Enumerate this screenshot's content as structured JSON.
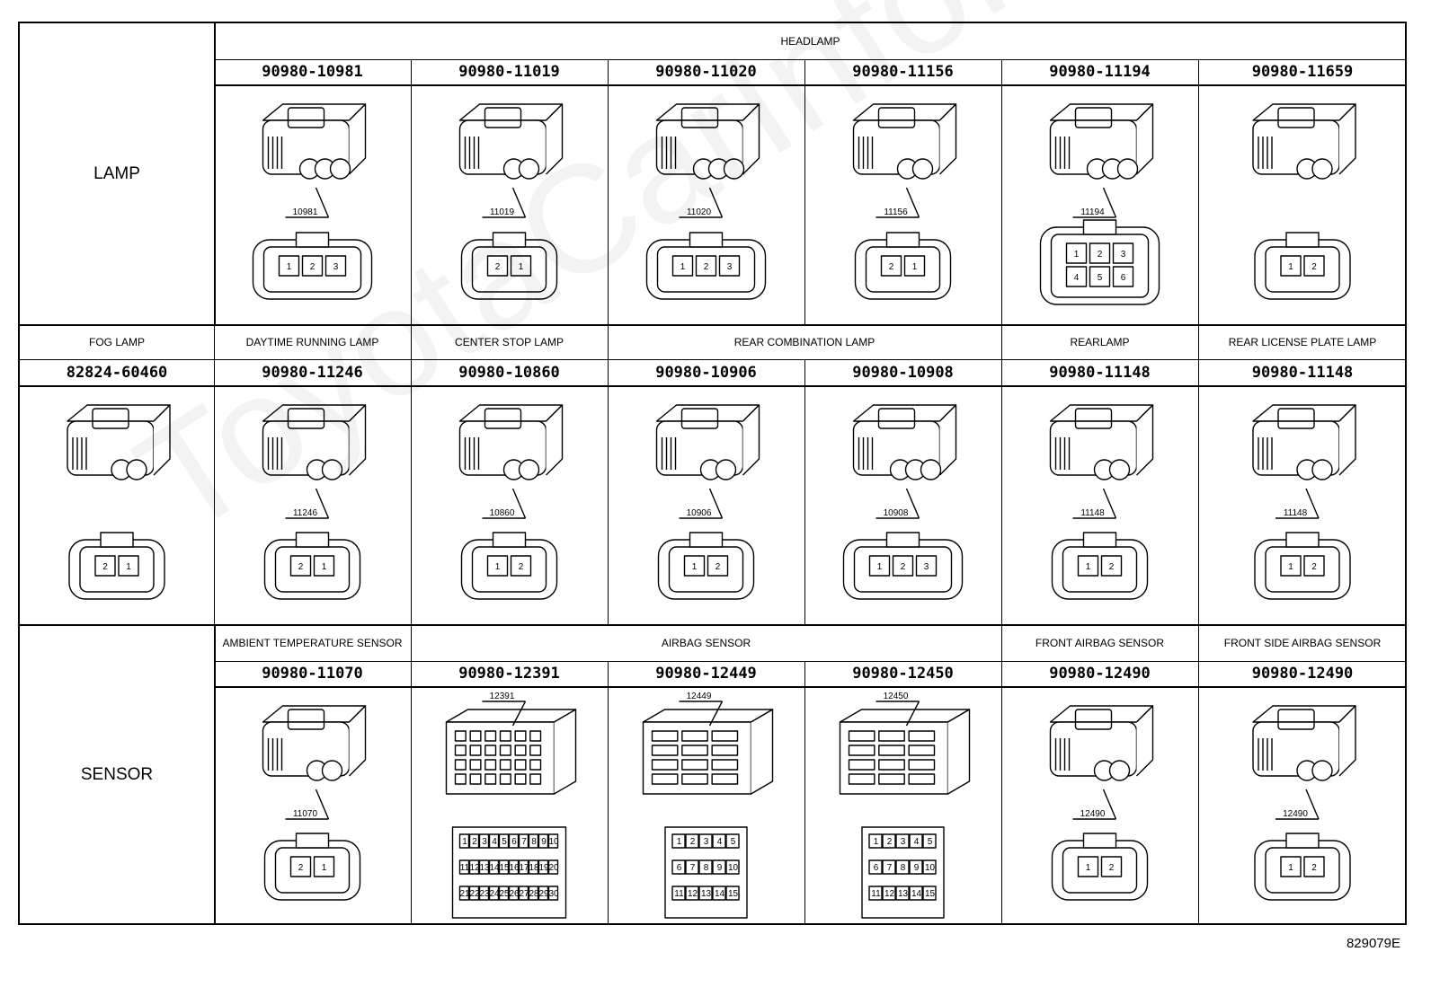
{
  "groups": [
    {
      "label": "LAMP"
    },
    {
      "label": ""
    },
    {
      "label": "SENSOR"
    }
  ],
  "rows": [
    {
      "categories": [
        {
          "label": "HEADLAMP",
          "span": 6
        }
      ],
      "parts": [
        {
          "pn": "90980-10981",
          "tag": "10981",
          "pins": [
            "1",
            "2",
            "3"
          ]
        },
        {
          "pn": "90980-11019",
          "tag": "11019",
          "pins": [
            "2",
            "1"
          ]
        },
        {
          "pn": "90980-11020",
          "tag": "11020",
          "pins": [
            "1",
            "2",
            "3"
          ]
        },
        {
          "pn": "90980-11156",
          "tag": "11156",
          "pins": [
            "2",
            "1"
          ]
        },
        {
          "pn": "90980-11194",
          "tag": "11194",
          "pins": [
            "1",
            "2",
            "3",
            "4",
            "5",
            "6"
          ]
        },
        {
          "pn": "90980-11659",
          "tag": "",
          "pins": [
            "1",
            "2"
          ]
        }
      ]
    },
    {
      "categories": [
        {
          "label": "FOG LAMP",
          "span": 1
        },
        {
          "label": "DAYTIME RUNNING LAMP",
          "span": 1
        },
        {
          "label": "CENTER STOP LAMP",
          "span": 1
        },
        {
          "label": "REAR COMBINATION LAMP",
          "span": 2
        },
        {
          "label": "REARLAMP",
          "span": 1
        },
        {
          "label": "REAR LICENSE PLATE LAMP",
          "span": 1
        }
      ],
      "parts": [
        {
          "pn": "82824-60460",
          "tag": "",
          "pins": [
            "2",
            "1"
          ]
        },
        {
          "pn": "90980-11246",
          "tag": "11246",
          "pins": [
            "2",
            "1"
          ]
        },
        {
          "pn": "90980-10860",
          "tag": "10860",
          "pins": [
            "1",
            "2"
          ]
        },
        {
          "pn": "90980-10906",
          "tag": "10906",
          "pins": [
            "1",
            "2"
          ]
        },
        {
          "pn": "90980-10908",
          "tag": "10908",
          "pins": [
            "1",
            "2",
            "3"
          ]
        },
        {
          "pn": "90980-11148",
          "tag": "11148",
          "pins": [
            "1",
            "2"
          ]
        },
        {
          "pn": "90980-11148",
          "tag": "11148",
          "pins": [
            "1",
            "2"
          ]
        }
      ]
    },
    {
      "categories": [
        {
          "label": "AMBIENT TEMPERATURE SENSOR",
          "span": 1
        },
        {
          "label": "AIRBAG SENSOR",
          "span": 3
        },
        {
          "label": "FRONT AIRBAG SENSOR",
          "span": 1
        },
        {
          "label": "FRONT SIDE AIRBAG SENSOR",
          "span": 1
        }
      ],
      "parts": [
        {
          "pn": "90980-11070",
          "tag": "11070",
          "pins": [
            "2",
            "1"
          ]
        },
        {
          "pn": "90980-12391",
          "tag": "12391",
          "pins": [
            "1",
            "2",
            "3",
            "4",
            "5",
            "6",
            "7",
            "8",
            "9",
            "10",
            "11",
            "12",
            "13",
            "14",
            "15",
            "16",
            "17",
            "18",
            "19",
            "20",
            "21",
            "22",
            "23",
            "24",
            "25",
            "26",
            "27",
            "28",
            "29",
            "30"
          ]
        },
        {
          "pn": "90980-12449",
          "tag": "12449",
          "pins": [
            "1",
            "2",
            "3",
            "4",
            "5",
            "6",
            "7",
            "8",
            "9",
            "10",
            "11",
            "12",
            "13",
            "14",
            "15"
          ]
        },
        {
          "pn": "90980-12450",
          "tag": "12450",
          "pins": [
            "1",
            "2",
            "3",
            "4",
            "5",
            "6",
            "7",
            "8",
            "9",
            "10",
            "11",
            "12",
            "13",
            "14",
            "15"
          ]
        },
        {
          "pn": "90980-12490",
          "tag": "12490",
          "pins": [
            "1",
            "2"
          ]
        },
        {
          "pn": "90980-12490",
          "tag": "12490",
          "pins": [
            "1",
            "2"
          ]
        }
      ]
    }
  ],
  "doc_code": "829079E",
  "watermark": "ToyotaCarInfo.ru"
}
